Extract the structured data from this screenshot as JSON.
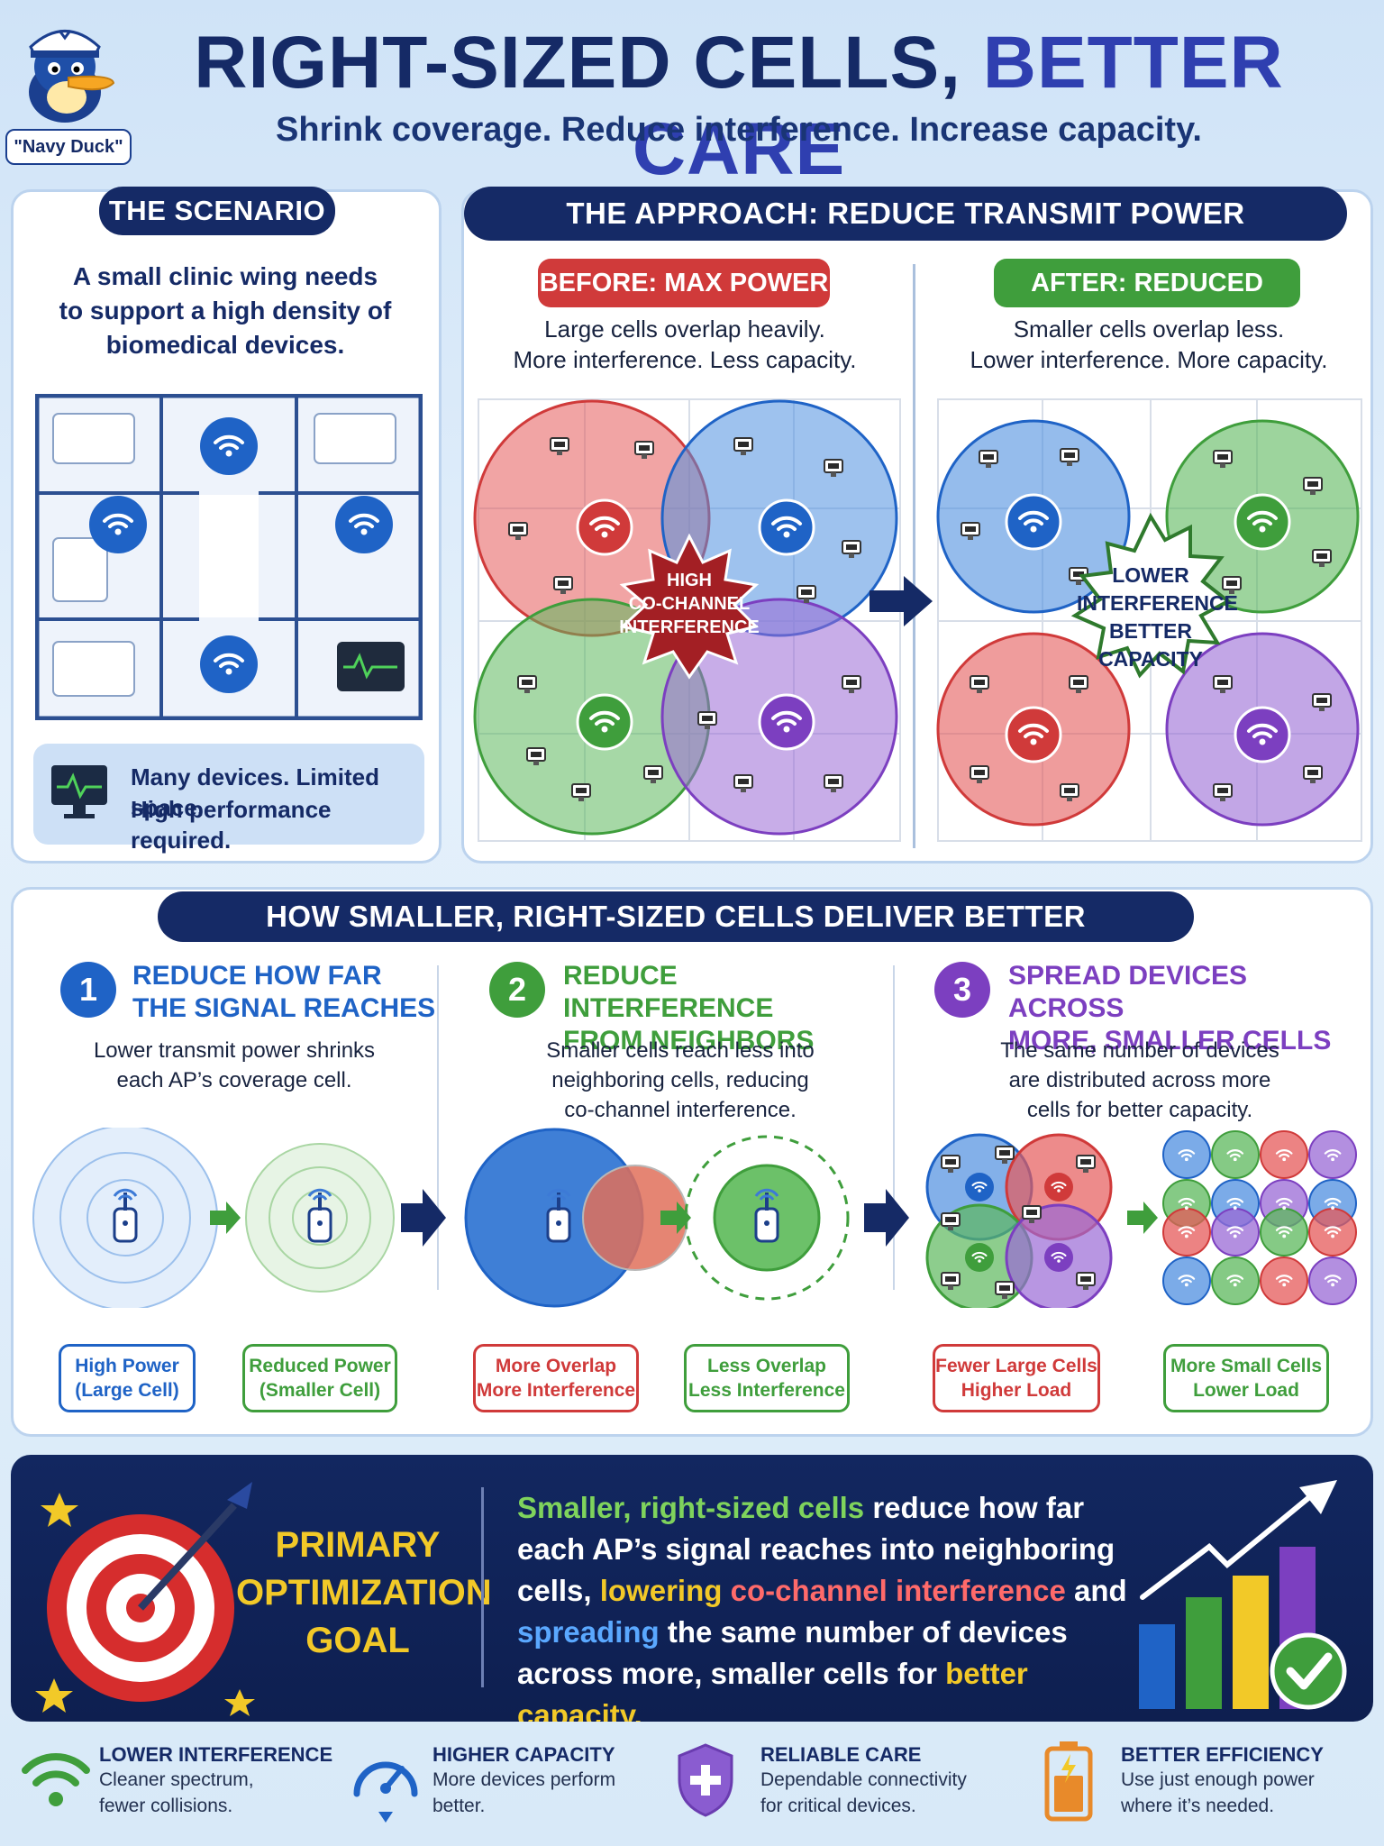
{
  "header": {
    "mascot_label": "\"Navy Duck\"",
    "title_part1": "RIGHT-SIZED CELLS,",
    "title_part2": "BETTER CARE",
    "subtitle": "Shrink coverage. Reduce interference. Increase capacity."
  },
  "scenario": {
    "heading": "THE SCENARIO",
    "text": "A small clinic wing needs to support a high density of biomedical devices.",
    "note_line1": "Many devices. Limited space.",
    "note_line2": "High performance required."
  },
  "approach": {
    "heading": "THE APPROACH: REDUCE TRANSMIT POWER",
    "before": {
      "label": "BEFORE: MAX POWER",
      "line1": "Large cells overlap heavily.",
      "line2": "More interference. Less capacity.",
      "burst_line1": "HIGH",
      "burst_line2": "CO-CHANNEL",
      "burst_line3": "INTERFERENCE"
    },
    "after": {
      "label": "AFTER: REDUCED POWER",
      "line1": "Smaller cells overlap less.",
      "line2": "Lower interference. More capacity.",
      "burst_line1": "LOWER",
      "burst_line2": "INTERFERENCE",
      "burst_line3": "BETTER",
      "burst_line4": "CAPACITY"
    }
  },
  "performance": {
    "heading": "HOW SMALLER, RIGHT-SIZED CELLS DELIVER BETTER PERFORMANCE",
    "steps": [
      {
        "number": "1",
        "title_line1": "REDUCE HOW FAR",
        "title_line2": "THE SIGNAL REACHES",
        "desc_line1": "Lower transmit power shrinks",
        "desc_line2": "each AP’s coverage cell.",
        "desc_line3": "",
        "tag_a_line1": "High Power",
        "tag_a_line2": "(Large Cell)",
        "tag_b_line1": "Reduced Power",
        "tag_b_line2": "(Smaller Cell)"
      },
      {
        "number": "2",
        "title_line1": "REDUCE INTERFERENCE",
        "title_line2": "FROM NEIGHBORS",
        "desc_line1": "Smaller cells reach less into",
        "desc_line2": "neighboring cells, reducing",
        "desc_line3": "co-channel interference.",
        "tag_a_line1": "More Overlap",
        "tag_a_line2": "More Interference",
        "tag_b_line1": "Less Overlap",
        "tag_b_line2": "Less Interference"
      },
      {
        "number": "3",
        "title_line1": "SPREAD DEVICES ACROSS",
        "title_line2": "MORE, SMALLER CELLS",
        "desc_line1": "The same number of devices",
        "desc_line2": "are distributed across more",
        "desc_line3": "cells for better capacity.",
        "tag_a_line1": "Fewer Large Cells",
        "tag_a_line2": "Higher Load",
        "tag_b_line1": "More Small Cells",
        "tag_b_line2": "Lower Load"
      }
    ]
  },
  "goal": {
    "line1": "PRIMARY",
    "line2": "OPTIMIZATION",
    "line3": "GOAL",
    "s1": "Smaller, right-sized cells",
    "s2": " reduce how far each AP’s signal reaches into neighboring cells, ",
    "s3": "lowering",
    "s4": "co-channel interference",
    "s5": " and ",
    "s6": "spreading",
    "s7": " the same number of devices across more, smaller cells for ",
    "s8": "better capacity."
  },
  "benefits": [
    {
      "title": "LOWER INTERFERENCE",
      "line1": "Cleaner spectrum,",
      "line2": "fewer collisions.",
      "icon": "wifi-icon"
    },
    {
      "title": "HIGHER CAPACITY",
      "line1": "More devices perform",
      "line2": "better.",
      "icon": "gauge-icon"
    },
    {
      "title": "RELIABLE CARE",
      "line1": "Dependable connectivity",
      "line2": "for critical devices.",
      "icon": "shield-plus-icon"
    },
    {
      "title": "BETTER EFFICIENCY",
      "line1": "Use just enough power",
      "line2": "where it’s needed.",
      "icon": "battery-icon"
    }
  ],
  "colors": {
    "navy": "#152a66",
    "blue": "#1f63c6",
    "green": "#3f9e3c",
    "red": "#d03a3a",
    "purple": "#7c3fc0",
    "yellow": "#f2c928"
  }
}
